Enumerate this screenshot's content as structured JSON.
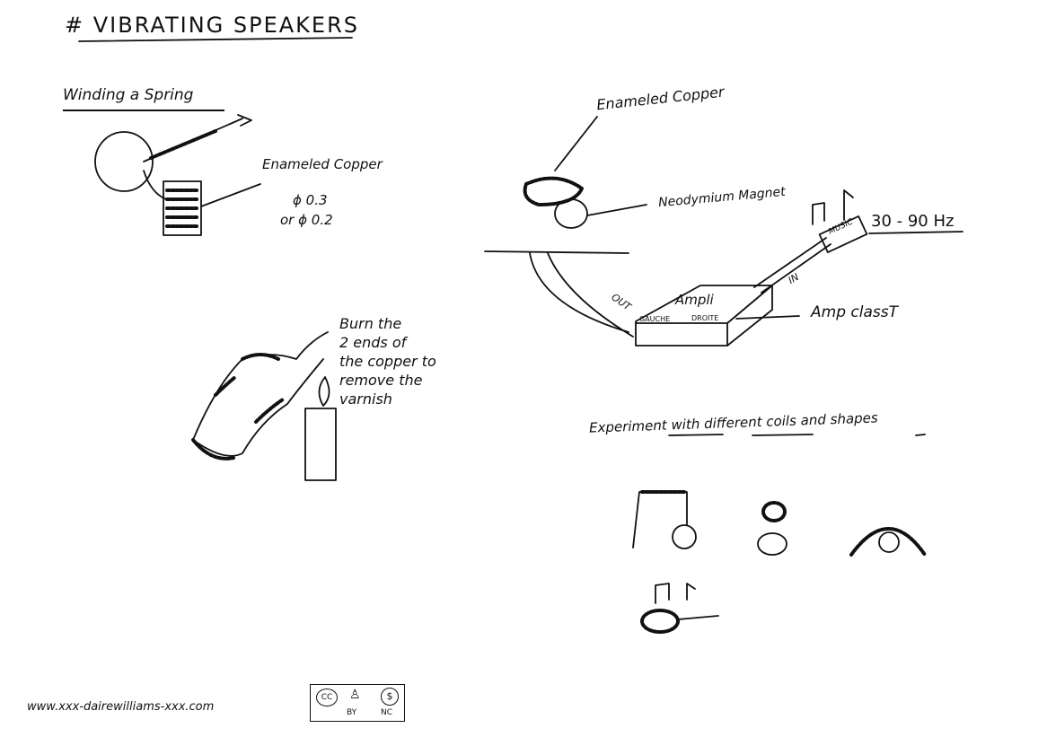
{
  "title": "# VIBRATING SPEAKERS",
  "winding": {
    "heading": "Winding a Spring",
    "wire_label": "Enameled Copper",
    "diameter_1": "ϕ 0.3",
    "diameter_2": "or ϕ 0.2"
  },
  "burn": {
    "lines": [
      "Burn the",
      "2 ends of",
      "the copper to",
      "remove the",
      "varnish"
    ]
  },
  "speaker": {
    "copper_label": "Enameled Copper",
    "magnet_label": "Neodymium Magnet",
    "frequency": "30 - 90 Hz",
    "music_label": "MUSIC",
    "in_label": "IN",
    "out_label": "OUT",
    "amp_label": "Ampli",
    "left_label": "GAUCHE",
    "right_label": "DROITE",
    "amp_class": "Amp classT"
  },
  "experiment": {
    "heading": "Experiment with different coils and shapes"
  },
  "footer": {
    "url": "www.xxx-dairewilliams-xxx.com",
    "cc": "CC",
    "by": "BY",
    "nc": "NC"
  }
}
